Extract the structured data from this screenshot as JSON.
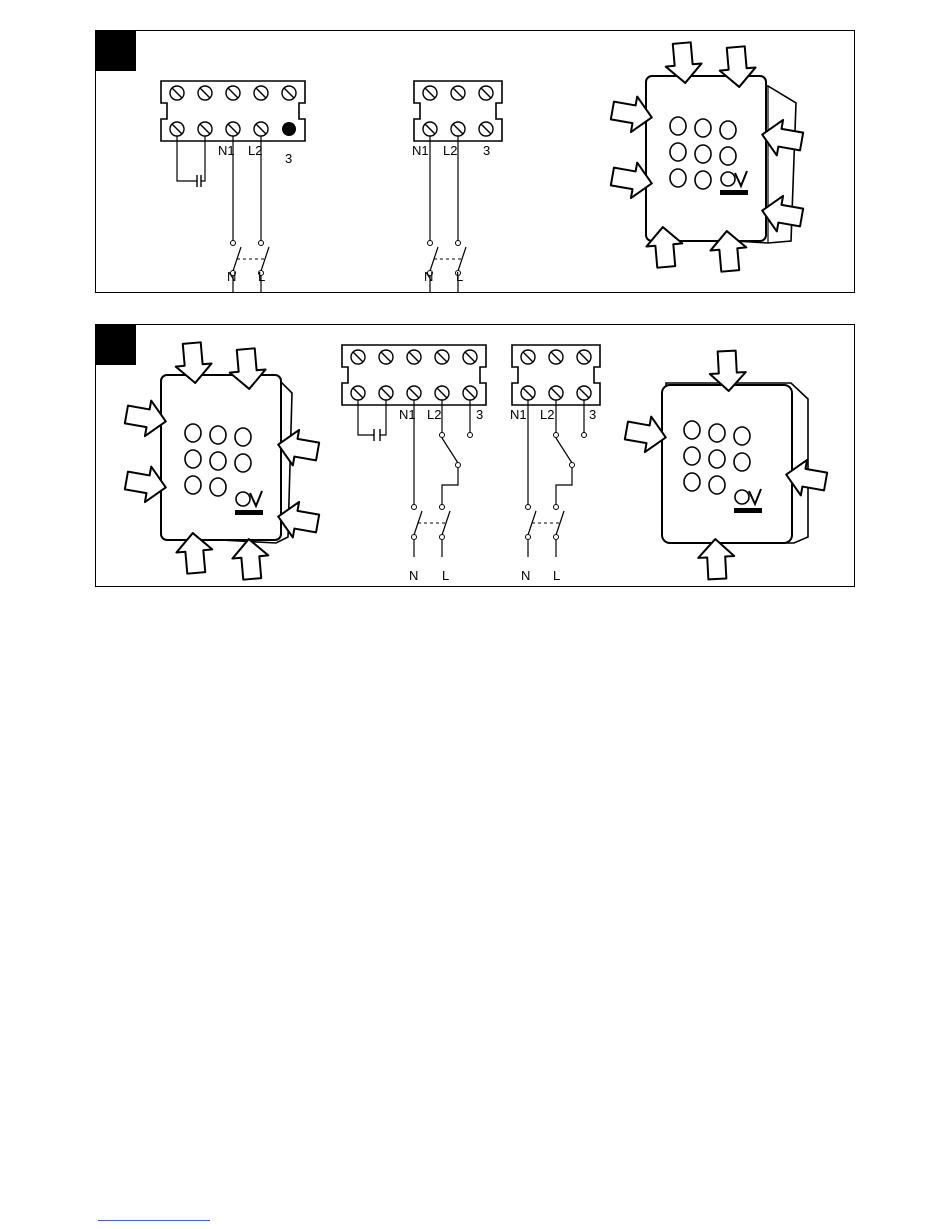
{
  "panel_1": {
    "wiring_a": {
      "t_n1": "N1",
      "t_l2": "L2",
      "t_3": "3",
      "s_n": "N",
      "s_l": "L"
    },
    "wiring_b": {
      "t_n1": "N1",
      "t_l2": "L2",
      "t_3": "3",
      "s_n": "N",
      "s_l": "L"
    },
    "fan": {
      "arrows_count": 8,
      "grille_holes": 8
    }
  },
  "panel_2": {
    "wiring_a": {
      "t_n1": "N1",
      "t_l2": "L2",
      "t_3": "3",
      "s_n": "N",
      "s_l": "L"
    },
    "wiring_b": {
      "t_n1": "N1",
      "t_l2": "L2",
      "t_3": "3",
      "s_n": "N",
      "s_l": "L"
    },
    "fan_left": {
      "arrows_count": 8,
      "grille_holes": 8
    },
    "fan_right": {
      "arrows_count": 4,
      "grille_holes": 8
    }
  },
  "colors": {
    "ink": "#000000",
    "footnote_rule": "#4a5cc8"
  }
}
